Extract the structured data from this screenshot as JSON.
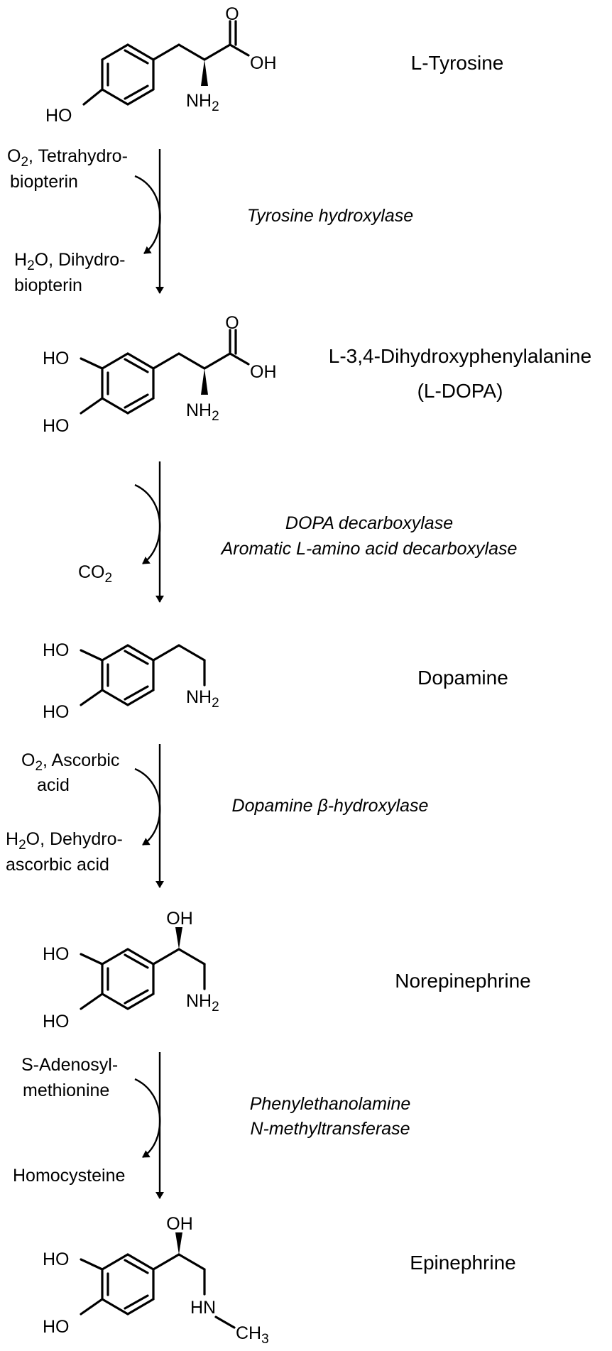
{
  "compounds": {
    "tyrosine": {
      "name": "L-Tyrosine",
      "ho": "HO",
      "oh": "OH",
      "o": "O",
      "nh2": "NH2"
    },
    "ldopa": {
      "name_line1": "L-3,4-Dihydroxyphenylalanine",
      "name_line2": "(L-DOPA)",
      "ho1": "HO",
      "ho2": "HO",
      "oh": "OH",
      "o": "O",
      "nh2": "NH2"
    },
    "dopamine": {
      "name": "Dopamine",
      "ho1": "HO",
      "ho2": "HO",
      "nh2": "NH2"
    },
    "norepinephrine": {
      "name": "Norepinephrine",
      "ho1": "HO",
      "ho2": "HO",
      "oh": "OH",
      "nh2": "NH2"
    },
    "epinephrine": {
      "name": "Epinephrine",
      "ho1": "HO",
      "ho2": "HO",
      "oh": "OH",
      "hn": "HN",
      "ch3": "CH3"
    }
  },
  "steps": [
    {
      "enzyme_lines": [
        "Tyrosine hydroxylase"
      ],
      "input_lines": [
        "O2, Tetrahydro-",
        "biopterin"
      ],
      "output_lines": [
        "H2O, Dihydro-",
        "biopterin"
      ]
    },
    {
      "enzyme_lines": [
        "DOPA decarboxylase",
        "Aromatic L-amino acid decarboxylase"
      ],
      "input_lines": [],
      "output_lines": [
        "CO2"
      ]
    },
    {
      "enzyme_lines": [
        "Dopamine β-hydroxylase"
      ],
      "input_lines": [
        "O2, Ascorbic",
        "acid"
      ],
      "output_lines": [
        "H2O, Dehydro-",
        "ascorbic acid"
      ]
    },
    {
      "enzyme_lines": [
        "Phenylethanolamine",
        "N-methyltransferase"
      ],
      "input_lines": [
        "S-Adenosyl-",
        "methionine"
      ],
      "output_lines": [
        "Homocysteine"
      ]
    }
  ]
}
